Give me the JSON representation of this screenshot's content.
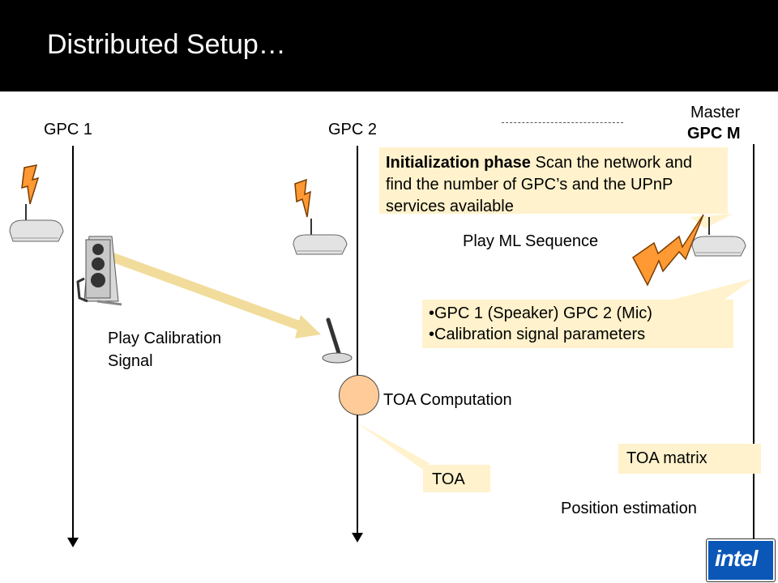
{
  "slide": {
    "title": "Distributed Setup…",
    "header_color": "#000000"
  },
  "lanes": {
    "gpc1_label": "GPC 1",
    "gpc2_label": "GPC 2",
    "master_label": "Master",
    "gpcm_label": "GPC M"
  },
  "callouts": {
    "init_bold": "Initialization phase",
    "init_rest": " Scan the network and find the number of GPC’s and the UPnP services available",
    "config_items": [
      "•GPC 1 (Speaker) GPC 2 (Mic)",
      "•Calibration signal parameters"
    ],
    "toa": "TOA",
    "toa_matrix": "TOA matrix",
    "fill_color": "#fff2cc"
  },
  "labels": {
    "play_ml": "Play ML Sequence",
    "play_cal_line1": "Play Calibration",
    "play_cal_line2": "Signal",
    "toa_computation": "TOA Computation",
    "position_estimation": "Position estimation"
  },
  "icons": [
    "router-icon",
    "lightning-icon",
    "speaker-icon",
    "microphone-icon",
    "intel-logo"
  ],
  "logo": {
    "text": "intel",
    "color": "#0a57b8"
  }
}
